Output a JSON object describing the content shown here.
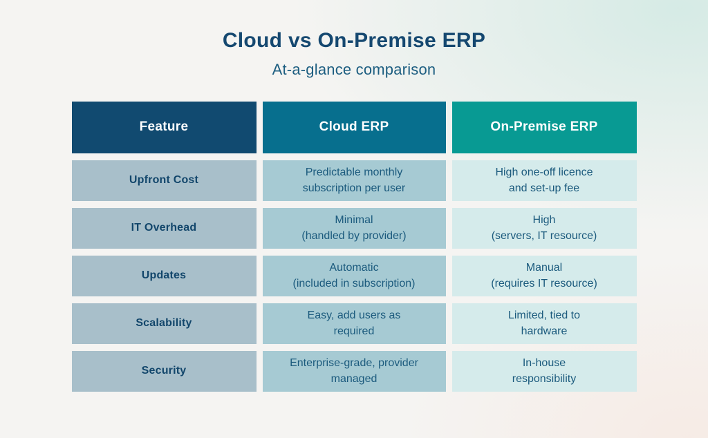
{
  "page": {
    "title": "Cloud vs On-Premise ERP",
    "subtitle": "At-a-glance comparison"
  },
  "chart_data": {
    "type": "table",
    "title": "Cloud vs On-Premise ERP",
    "subtitle": "At-a-glance comparison",
    "columns": [
      "Feature",
      "Cloud ERP",
      "On-Premise ERP"
    ],
    "rows": [
      [
        "Upfront Cost",
        "Predictable monthly\nsubscription per user",
        "High one-off licence\nand set-up fee"
      ],
      [
        "IT Overhead",
        "Minimal\n(handled by provider)",
        "High\n(servers, IT resource)"
      ],
      [
        "Updates",
        "Automatic\n(included in subscription)",
        "Manual\n(requires IT resource)"
      ],
      [
        "Scalability",
        "Easy, add users as\nrequired",
        "Limited, tied to\nhardware"
      ],
      [
        "Security",
        "Enterprise-grade, provider\nmanaged",
        "In-house\nresponsibility"
      ]
    ]
  },
  "colors": {
    "title-color": "#154870",
    "subtitle-color": "#1d5e81",
    "header-feature-bg": "#114a70",
    "header-cloud-bg": "#076f8e",
    "header-onprem-bg": "#089a93",
    "header-text": "#ffffff",
    "cell-feature-bg": "#a8bfca",
    "cell-cloud-bg": "#a6cad3",
    "cell-onprem-bg": "#d5ebeb",
    "feature-text": "#12466b",
    "cell-text": "#1b5a7d"
  }
}
